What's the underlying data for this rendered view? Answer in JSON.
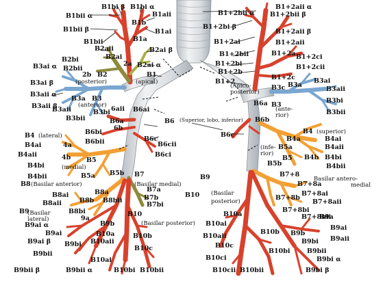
{
  "colors": {
    "trachea": "#d9dde0",
    "trachea_ring": "#b8bec4",
    "red": "#d7422d",
    "orange": "#f2a035",
    "blue": "#7aa6d0",
    "olive": "#8e8a3c",
    "green": "#a9b046"
  },
  "right_regions": {
    "apical": "(apical)",
    "posterior": "(posterior)",
    "anterior": "(anterior)",
    "superior_lobo_inferior": "(Superior, lobo, inferior)",
    "lateral": "(lateral)",
    "medial": "(medial)",
    "basilar_anterior": "(Basilar anterior)",
    "basilar_medial": "(Basilar medial)",
    "basilar_lateral_1": "(Basilar",
    "basilar_lateral_2": "lateral)",
    "basilar_posterior": "(Basilar posterior)"
  },
  "left_regions": {
    "apico_1": "(Apico-",
    "apico_2": "posterior)",
    "anterior_1": "(ante-",
    "anterior_2": "rior)",
    "superior": "(superior)",
    "inferior_1": "(infe-",
    "inferior_2": "rior)",
    "basilar_antero_medial_1": "Basilar antero-",
    "basilar_antero_medial_2": "medial",
    "basilar_posterior_1": "(Basilar",
    "basilar_posterior_2": "posterior)"
  },
  "labels": [
    {
      "id": "r-1bii-alpha",
      "text": "B1bii α"
    },
    {
      "id": "r-1bi-beta",
      "text": "B1bi β"
    },
    {
      "id": "r-1bi-alpha",
      "text": "B1bi α"
    },
    {
      "id": "r-1aii",
      "text": "B1aii"
    },
    {
      "id": "r-1bii-beta",
      "text": "B1bii β"
    },
    {
      "id": "r-1b",
      "text": "B1b"
    },
    {
      "id": "r-1ai",
      "text": "B1ai"
    },
    {
      "id": "r-1bii",
      "text": "B1bii"
    },
    {
      "id": "r-1a",
      "text": "B1a"
    },
    {
      "id": "r-2aii",
      "text": "B2aii"
    },
    {
      "id": "r-2ai-beta",
      "text": "B2ai β"
    },
    {
      "id": "r-2bi",
      "text": "B2bi"
    },
    {
      "id": "r-2ai",
      "text": "B2ai"
    },
    {
      "id": "r-2a",
      "text": "2a"
    },
    {
      "id": "r-3ai-alpha",
      "text": "B3ai α"
    },
    {
      "id": "r-2bii",
      "text": "B2bii"
    },
    {
      "id": "r-2ai-alpha",
      "text": "B2ai α"
    },
    {
      "id": "r-2b",
      "text": "2b"
    },
    {
      "id": "r-2",
      "text": "B2"
    },
    {
      "id": "r-1",
      "text": "B1"
    },
    {
      "id": "r-3ai-beta",
      "text": "B3ai β"
    },
    {
      "id": "r-3aii-alpha",
      "text": "B3aii α"
    },
    {
      "id": "r-3aii-beta",
      "text": "B3aii β"
    },
    {
      "id": "r-3a",
      "text": "B3a"
    },
    {
      "id": "r-3",
      "text": "B3"
    },
    {
      "id": "r-3aii",
      "text": "B3aii"
    },
    {
      "id": "r-3bi",
      "text": "B3bi"
    },
    {
      "id": "r-3bii",
      "text": "B3bii"
    },
    {
      "id": "r-6aii",
      "text": "6aii"
    },
    {
      "id": "r-6ai",
      "text": "B6ai"
    },
    {
      "id": "r-6a",
      "text": "B6a"
    },
    {
      "id": "r-6",
      "text": "B6"
    },
    {
      "id": "r-6b",
      "text": "6b"
    },
    {
      "id": "r-6bi",
      "text": "B6bi"
    },
    {
      "id": "r-6bii",
      "text": "B6bii"
    },
    {
      "id": "r-6c",
      "text": "B6c"
    },
    {
      "id": "r-6cii",
      "text": "B6cii"
    },
    {
      "id": "r-6ci",
      "text": "B6ci"
    },
    {
      "id": "r-4",
      "text": "B4"
    },
    {
      "id": "r-4ai",
      "text": "B4ai"
    },
    {
      "id": "r-4a",
      "text": "4a"
    },
    {
      "id": "r-4aii",
      "text": "B4aii"
    },
    {
      "id": "r-4b",
      "text": "4b"
    },
    {
      "id": "r-5",
      "text": "B5"
    },
    {
      "id": "r-4bi",
      "text": "B4bi"
    },
    {
      "id": "r-4bii",
      "text": "B4bii"
    },
    {
      "id": "r-5a",
      "text": "B5a"
    },
    {
      "id": "r-5b",
      "text": "B5b"
    },
    {
      "id": "r-7",
      "text": "B7"
    },
    {
      "id": "r-8",
      "text": "B8"
    },
    {
      "id": "r-7a",
      "text": "B7a"
    },
    {
      "id": "r-8ai",
      "text": "B8ai"
    },
    {
      "id": "r-8a",
      "text": "B8a"
    },
    {
      "id": "r-7b",
      "text": "B7b"
    },
    {
      "id": "r-8aii",
      "text": "B8aii"
    },
    {
      "id": "r-8b",
      "text": "B8b"
    },
    {
      "id": "r-8bii",
      "text": "B8bii"
    },
    {
      "id": "r-7bi",
      "text": "B7bi"
    },
    {
      "id": "r-9",
      "text": "B9"
    },
    {
      "id": "r-8bi",
      "text": "B8bi"
    },
    {
      "id": "r-9a",
      "text": "9a"
    },
    {
      "id": "r-10",
      "text": "B10"
    },
    {
      "id": "r-9ai-alpha",
      "text": "B9ai α"
    },
    {
      "id": "r-9ai",
      "text": "B9ai"
    },
    {
      "id": "r-9b",
      "text": "B9b"
    },
    {
      "id": "r-10b",
      "text": "B10b"
    },
    {
      "id": "r-10a",
      "text": "B10a"
    },
    {
      "id": "r-9ai-beta",
      "text": "B9ai β"
    },
    {
      "id": "r-9bi",
      "text": "B9bi"
    },
    {
      "id": "r-10aii",
      "text": "B10aii"
    },
    {
      "id": "r-10c",
      "text": "B10c"
    },
    {
      "id": "r-9bii",
      "text": "B9bii"
    },
    {
      "id": "r-10ai",
      "text": "B10ai"
    },
    {
      "id": "r-9bii-alpha",
      "text": "B9bii α"
    },
    {
      "id": "r-9bii-beta",
      "text": "B9bii β"
    },
    {
      "id": "r-10bii",
      "text": "B10bii"
    },
    {
      "id": "r-10bi",
      "text": "B10bi"
    },
    {
      "id": "l-12bii-alpha",
      "text": "B1+2bii α"
    },
    {
      "id": "l-12bii-beta",
      "text": "B1+2bii β"
    },
    {
      "id": "l-12bi-beta",
      "text": "B1+2bi β"
    },
    {
      "id": "l-12aii-alpha",
      "text": "B1+2aii α"
    },
    {
      "id": "l-12aii-beta",
      "text": "B1+2aii β"
    },
    {
      "id": "l-12ai",
      "text": "B1+2ai"
    },
    {
      "id": "l-12aii",
      "text": "B1+2aii"
    },
    {
      "id": "l-12bii",
      "text": "B1+2bii"
    },
    {
      "id": "l-12a",
      "text": "B1+2a"
    },
    {
      "id": "l-12ci",
      "text": "B1+2ci"
    },
    {
      "id": "l-12bi",
      "text": "B1+2bi"
    },
    {
      "id": "l-12cii",
      "text": "B1+2cii"
    },
    {
      "id": "l-12b",
      "text": "B1+2b"
    },
    {
      "id": "l-12c",
      "text": "B1+2c"
    },
    {
      "id": "l-12",
      "text": "B1+2"
    },
    {
      "id": "l-3a",
      "text": "B3a"
    },
    {
      "id": "l-3ai",
      "text": "B3ai"
    },
    {
      "id": "l-3c",
      "text": "B3c"
    },
    {
      "id": "l-3aii",
      "text": "B3aii"
    },
    {
      "id": "l-3",
      "text": "B3"
    },
    {
      "id": "l-3bi",
      "text": "B3bi"
    },
    {
      "id": "l-3bii",
      "text": "B3bii"
    },
    {
      "id": "l-6a",
      "text": "B6a"
    },
    {
      "id": "l-6b",
      "text": "B6b"
    },
    {
      "id": "l-6c",
      "text": "B6c"
    },
    {
      "id": "l-4",
      "text": "B4"
    },
    {
      "id": "l-4a",
      "text": "B4a"
    },
    {
      "id": "l-4ai",
      "text": "B4ai"
    },
    {
      "id": "l-4aii",
      "text": "B4aii"
    },
    {
      "id": "l-5a",
      "text": "B5a"
    },
    {
      "id": "l-4b",
      "text": "B4b"
    },
    {
      "id": "l-4bi",
      "text": "B4bi"
    },
    {
      "id": "l-5",
      "text": "B5"
    },
    {
      "id": "l-5b",
      "text": "B5b"
    },
    {
      "id": "l-4bii",
      "text": "B4bii"
    },
    {
      "id": "l-78",
      "text": "B7+8"
    },
    {
      "id": "l-78a",
      "text": "B7+8a"
    },
    {
      "id": "l-78ai",
      "text": "B7+8ai"
    },
    {
      "id": "l-78b",
      "text": "B7+8b"
    },
    {
      "id": "l-78aii",
      "text": "B7+8aii"
    },
    {
      "id": "l-78bi",
      "text": "B7+8bi"
    },
    {
      "id": "l-78bii",
      "text": "B7+8bii"
    },
    {
      "id": "l-9",
      "text": "B9"
    },
    {
      "id": "l-10",
      "text": "B10"
    },
    {
      "id": "l-10a",
      "text": "B10a"
    },
    {
      "id": "l-10ai",
      "text": "B10ai"
    },
    {
      "id": "l-10aii",
      "text": "B10aii"
    },
    {
      "id": "l-10b",
      "text": "B10b"
    },
    {
      "id": "l-10c",
      "text": "B10c"
    },
    {
      "id": "l-9a",
      "text": "B9a"
    },
    {
      "id": "l-9ai",
      "text": "B9ai"
    },
    {
      "id": "l-9b",
      "text": "B9b"
    },
    {
      "id": "l-9aii",
      "text": "B9aii"
    },
    {
      "id": "l-9bi",
      "text": "B9bi"
    },
    {
      "id": "l-10bi",
      "text": "B10bi"
    },
    {
      "id": "l-10ci",
      "text": "B10ci"
    },
    {
      "id": "l-10cii",
      "text": "B10cii"
    },
    {
      "id": "l-9bii",
      "text": "B9bii"
    },
    {
      "id": "l-9bi-alpha",
      "text": "B9bi α"
    },
    {
      "id": "l-10bii",
      "text": "B10bii"
    },
    {
      "id": "l-9bi-beta",
      "text": "B9bi β"
    }
  ]
}
